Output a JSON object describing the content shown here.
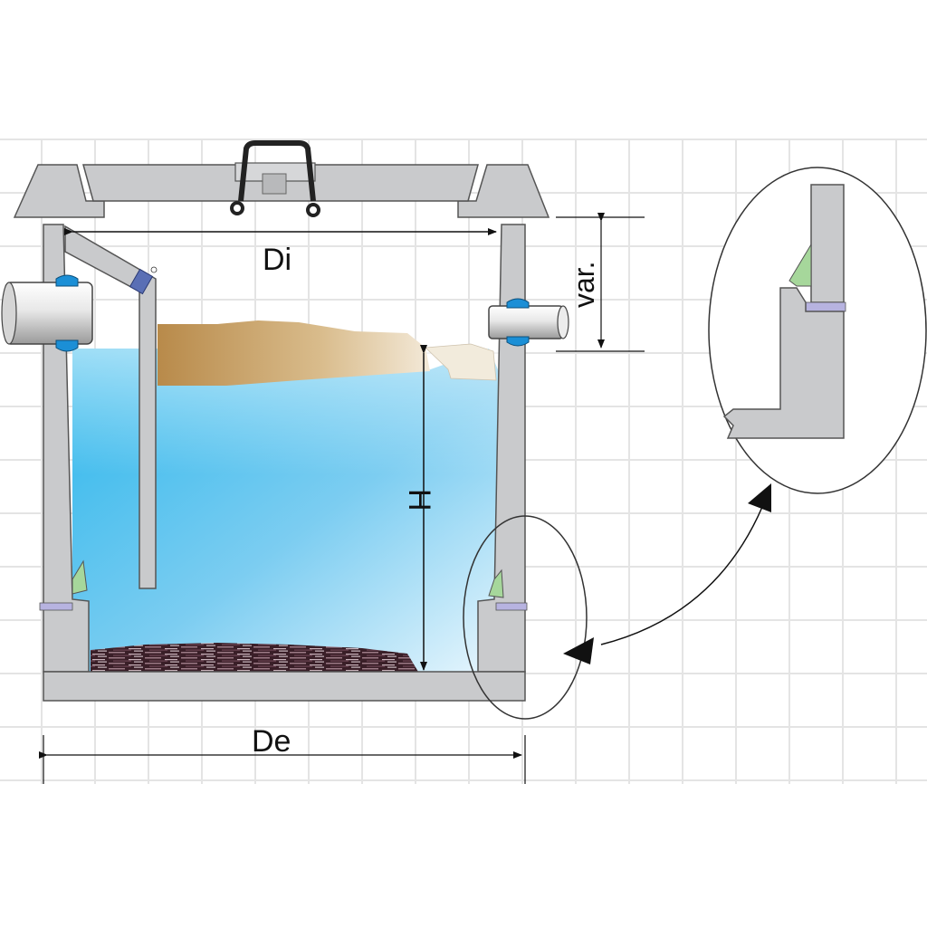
{
  "labels": {
    "inner_diameter": "Di",
    "variable_height": "var.",
    "liquid_height": "H",
    "outer_diameter": "De"
  },
  "colors": {
    "concrete": "#c9cacc",
    "concrete_stroke": "#555555",
    "grid": "#e4e4e4",
    "water_light": "#e6f5fc",
    "water_dark": "#1fb2ea",
    "scum": "#c9a36a",
    "sludge": "#4a2a34",
    "seal": "#1b8fd6",
    "joint": "#a6d79b",
    "gasket": "#b7b3e0"
  },
  "icons": {
    "lid_handle": "handle-icon",
    "detail_arrow": "curved-arrow-icon"
  }
}
